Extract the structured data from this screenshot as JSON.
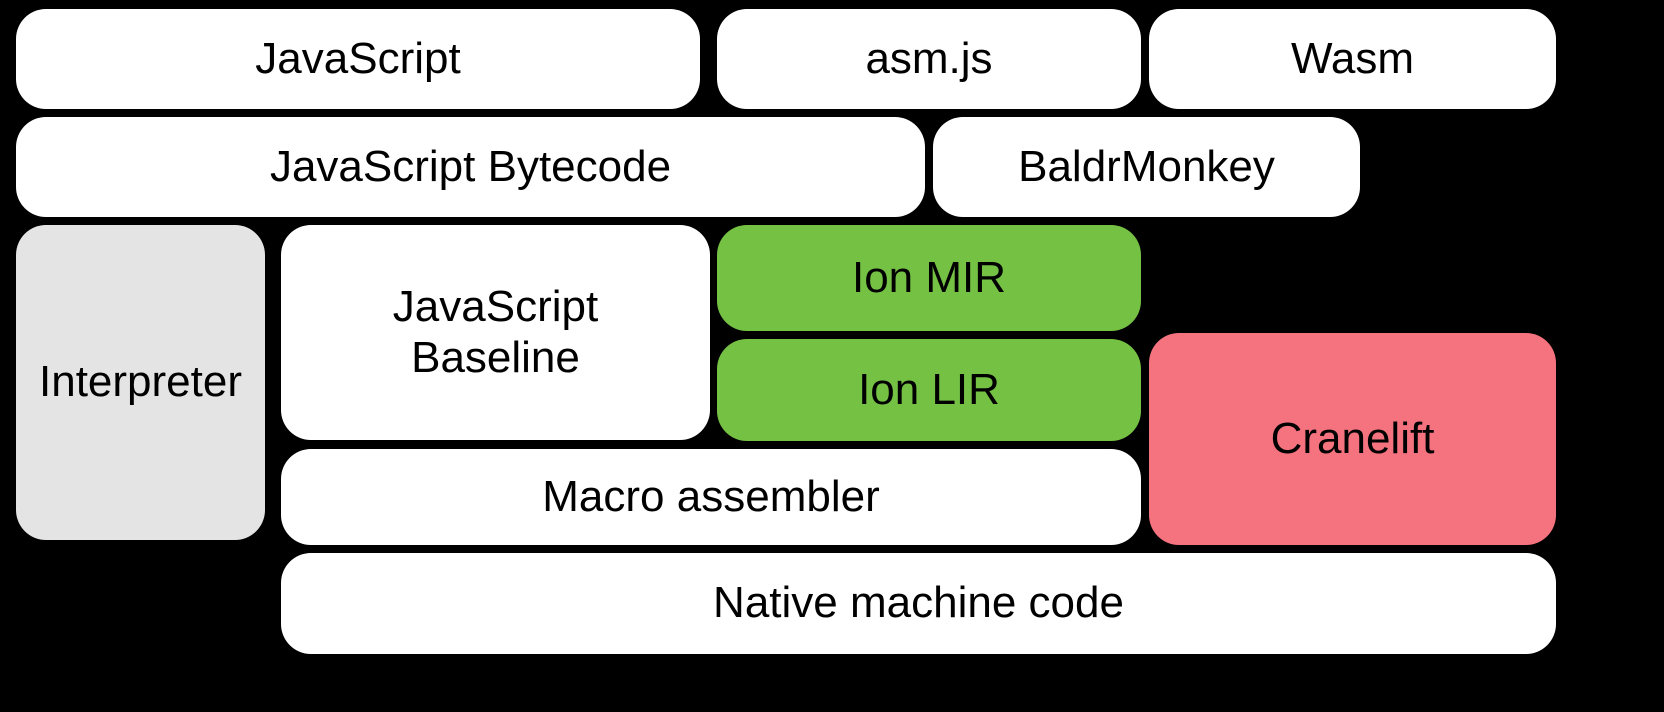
{
  "colors": {
    "background": "#000000",
    "box_default": "#ffffff",
    "box_gray": "#e4e4e4",
    "box_green": "#74c144",
    "box_pink": "#f4737f",
    "text": "#000000"
  },
  "nodes": {
    "javascript": {
      "label": "JavaScript",
      "color": "#ffffff"
    },
    "asmjs": {
      "label": "asm.js",
      "color": "#ffffff"
    },
    "wasm": {
      "label": "Wasm",
      "color": "#ffffff"
    },
    "bytecode": {
      "label": "JavaScript Bytecode",
      "color": "#ffffff"
    },
    "baldrmonkey": {
      "label": "BaldrMonkey",
      "color": "#ffffff"
    },
    "interpreter": {
      "label": "Interpreter",
      "color": "#e4e4e4"
    },
    "baseline": {
      "label": "JavaScript\nBaseline",
      "color": "#ffffff"
    },
    "ion_mir": {
      "label": "Ion MIR",
      "color": "#74c144"
    },
    "ion_lir": {
      "label": "Ion LIR",
      "color": "#74c144"
    },
    "cranelift": {
      "label": "Cranelift",
      "color": "#f4737f"
    },
    "macro_assembler": {
      "label": "Macro assembler",
      "color": "#ffffff"
    },
    "native_machine_code": {
      "label": "Native machine code",
      "color": "#ffffff"
    }
  }
}
